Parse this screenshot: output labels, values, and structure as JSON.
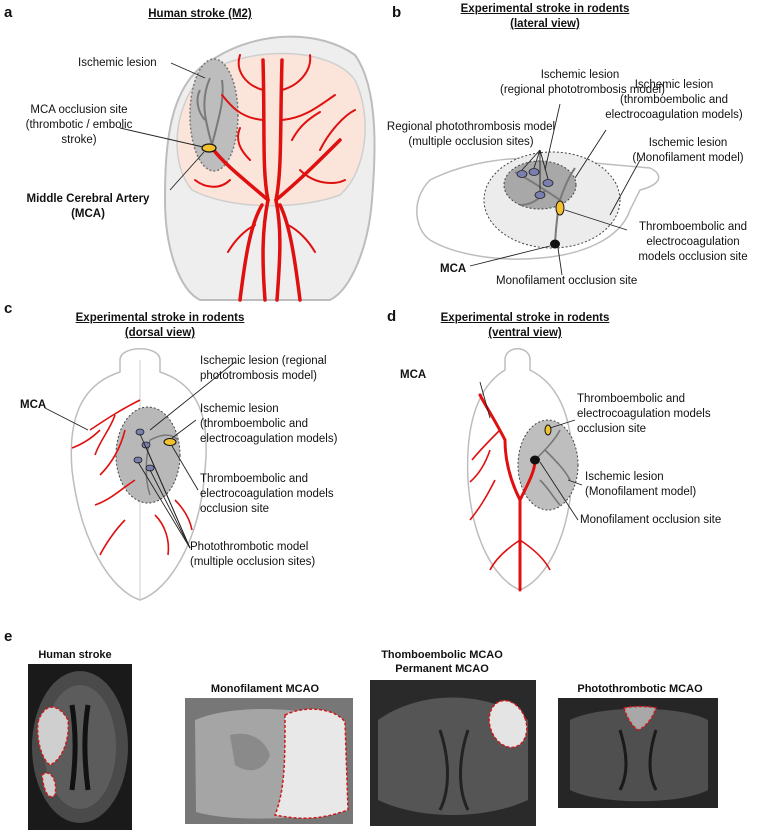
{
  "panels": {
    "a": {
      "letter": "a",
      "title": "Human stroke (M2)",
      "ischemic_lesion": "Ischemic lesion",
      "occlusion_site": [
        "MCA occlusion site",
        "(thrombotic / embolic",
        "stroke)"
      ],
      "artery": [
        "Middle Cerebral Artery",
        "(MCA)"
      ]
    },
    "b": {
      "letter": "b",
      "title": [
        "Experimental stroke in rodents",
        "(lateral view)"
      ],
      "lesion_photo": [
        "Ischemic lesion",
        "(regional phototrombosis model)"
      ],
      "lesion_thrombo": [
        "Ischemic lesion",
        "(thromboembolic and",
        "electrocoagulation models)"
      ],
      "photo_model": [
        "Regional photothrombosis model",
        "(multiple occlusion sites)"
      ],
      "lesion_mono": [
        "Ischemic lesion",
        "(Monofilament model)"
      ],
      "thrombo_site": [
        "Thromboembolic and",
        "electrocoagulation",
        "models occlusion site"
      ],
      "mca": "MCA",
      "mono_site": "Monofilament occlusion site"
    },
    "c": {
      "letter": "c",
      "title": [
        "Experimental stroke in rodents",
        "(dorsal view)"
      ],
      "mca": "MCA",
      "lesion_photo": [
        "Ischemic lesion (regional",
        "phototrombosis model)"
      ],
      "lesion_thrombo": [
        "Ischemic lesion",
        "(thromboembolic and",
        "electrocoagulation models)"
      ],
      "thrombo_site": [
        "Thromboembolic and",
        "electrocoagulation models",
        "occlusion site"
      ],
      "photo_model": [
        "Photothrombotic model",
        "(multiple occlusion sites)"
      ]
    },
    "d": {
      "letter": "d",
      "title": [
        "Experimental stroke in rodents",
        "(ventral view)"
      ],
      "mca": "MCA",
      "thrombo_site": [
        "Thromboembolic and",
        "electrocoagulation models",
        "occlusion site"
      ],
      "lesion_mono": [
        "Ischemic lesion",
        "(Monofilament model)"
      ],
      "mono_site": "Monofilament occlusion site"
    },
    "e": {
      "letter": "e",
      "images": [
        {
          "title": [
            "Human stroke"
          ]
        },
        {
          "title": [
            "Monofilament MCAO"
          ]
        },
        {
          "title": [
            "Thomboembolic MCAO",
            "Permanent MCAO"
          ]
        },
        {
          "title": [
            "Photothrombotic MCAO"
          ]
        }
      ]
    }
  },
  "colors": {
    "artery": "#e01010",
    "lesion_dark": "#8c8c8c",
    "lesion_light": "#d8d8d8",
    "occlusion_yellow": "#f2c12e",
    "site_purple": "#7a7fb0",
    "skin": "#fbe5da",
    "outline": "#b5b5b5",
    "dashed_red": "#d01818"
  }
}
